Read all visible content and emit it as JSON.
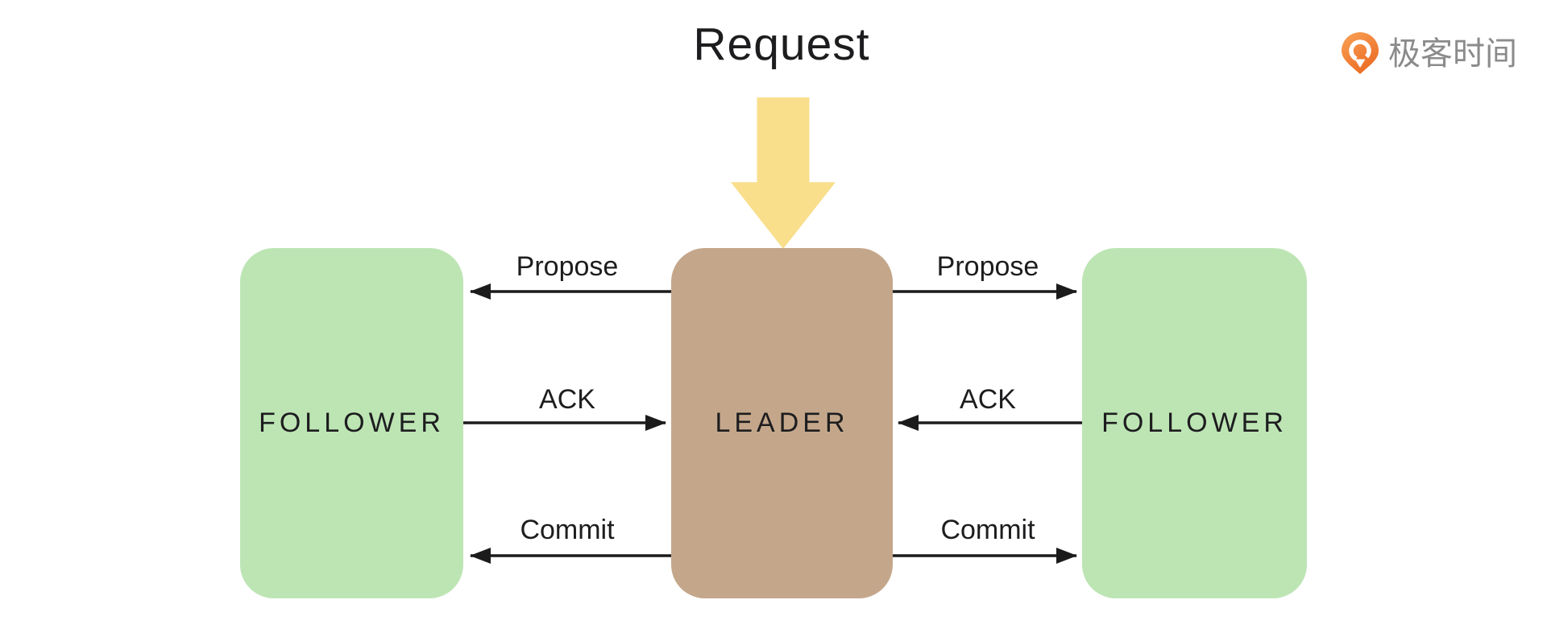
{
  "title": "Request",
  "nodes": {
    "follower_left": "FOLLOWER",
    "leader": "LEADER",
    "follower_right": "FOLLOWER"
  },
  "messages": {
    "propose": "Propose",
    "ack": "ACK",
    "commit": "Commit"
  },
  "logo": {
    "text": "极客时间",
    "icon": "geek-time-pin-icon"
  },
  "colors": {
    "follower_bg": "#BDE5B4",
    "leader_bg": "#C4A78B",
    "request_arrow": "#F9DE8C",
    "arrow": "#1B1B1B",
    "text": "#1D1D1F",
    "logo_text": "#8B8B8B",
    "logo_orange": "#F0782F"
  }
}
